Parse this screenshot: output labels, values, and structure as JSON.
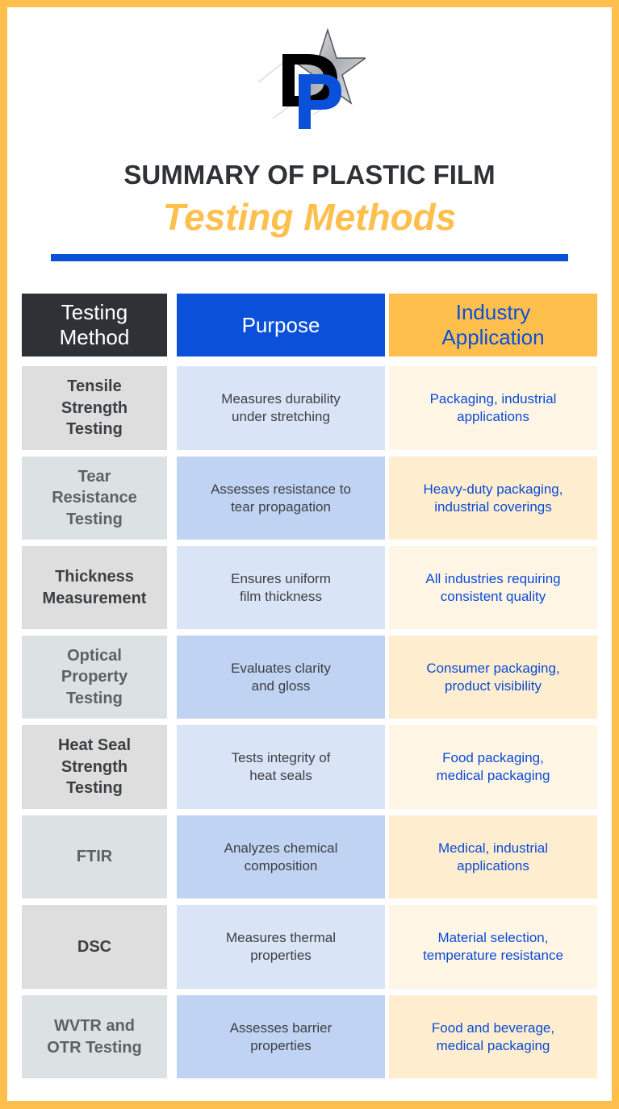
{
  "logo": {
    "letters": "DP",
    "icon": "star-logo-icon",
    "colors": {
      "d": "#000000",
      "p": "#0A50D8",
      "star": "#B8BCC0"
    }
  },
  "header": {
    "title_line1": "SUMMARY OF PLASTIC FILM",
    "title_line2": "Testing Methods"
  },
  "colors": {
    "border": "#FFBF4D",
    "dark": "#2E3236",
    "blue": "#0A50D8",
    "yellow": "#FFBF4D"
  },
  "table": {
    "columns": [
      "Testing\nMethod",
      "Purpose",
      "Industry\nApplication"
    ],
    "rows": [
      {
        "method": "Tensile\nStrength\nTesting",
        "purpose": "Measures durability\nunder stretching",
        "application": "Packaging, industrial\napplications"
      },
      {
        "method": "Tear\nResistance\nTesting",
        "purpose": "Assesses resistance to\ntear propagation",
        "application": "Heavy-duty packaging,\nindustrial coverings"
      },
      {
        "method": "Thickness\nMeasurement",
        "purpose": "Ensures uniform\nfilm thickness",
        "application": "All industries requiring\nconsistent quality"
      },
      {
        "method": "Optical\nProperty\nTesting",
        "purpose": "Evaluates clarity\nand gloss",
        "application": "Consumer packaging,\nproduct visibility"
      },
      {
        "method": "Heat Seal\nStrength\nTesting",
        "purpose": "Tests integrity of\nheat seals",
        "application": "Food packaging,\nmedical packaging"
      },
      {
        "method": "FTIR",
        "purpose": "Analyzes chemical\ncomposition",
        "application": "Medical, industrial\napplications"
      },
      {
        "method": "DSC",
        "purpose": "Measures thermal\nproperties",
        "application": "Material selection,\ntemperature resistance"
      },
      {
        "method": "WVTR and\nOTR Testing",
        "purpose": "Assesses barrier\nproperties",
        "application": "Food and beverage,\nmedical packaging"
      }
    ]
  }
}
